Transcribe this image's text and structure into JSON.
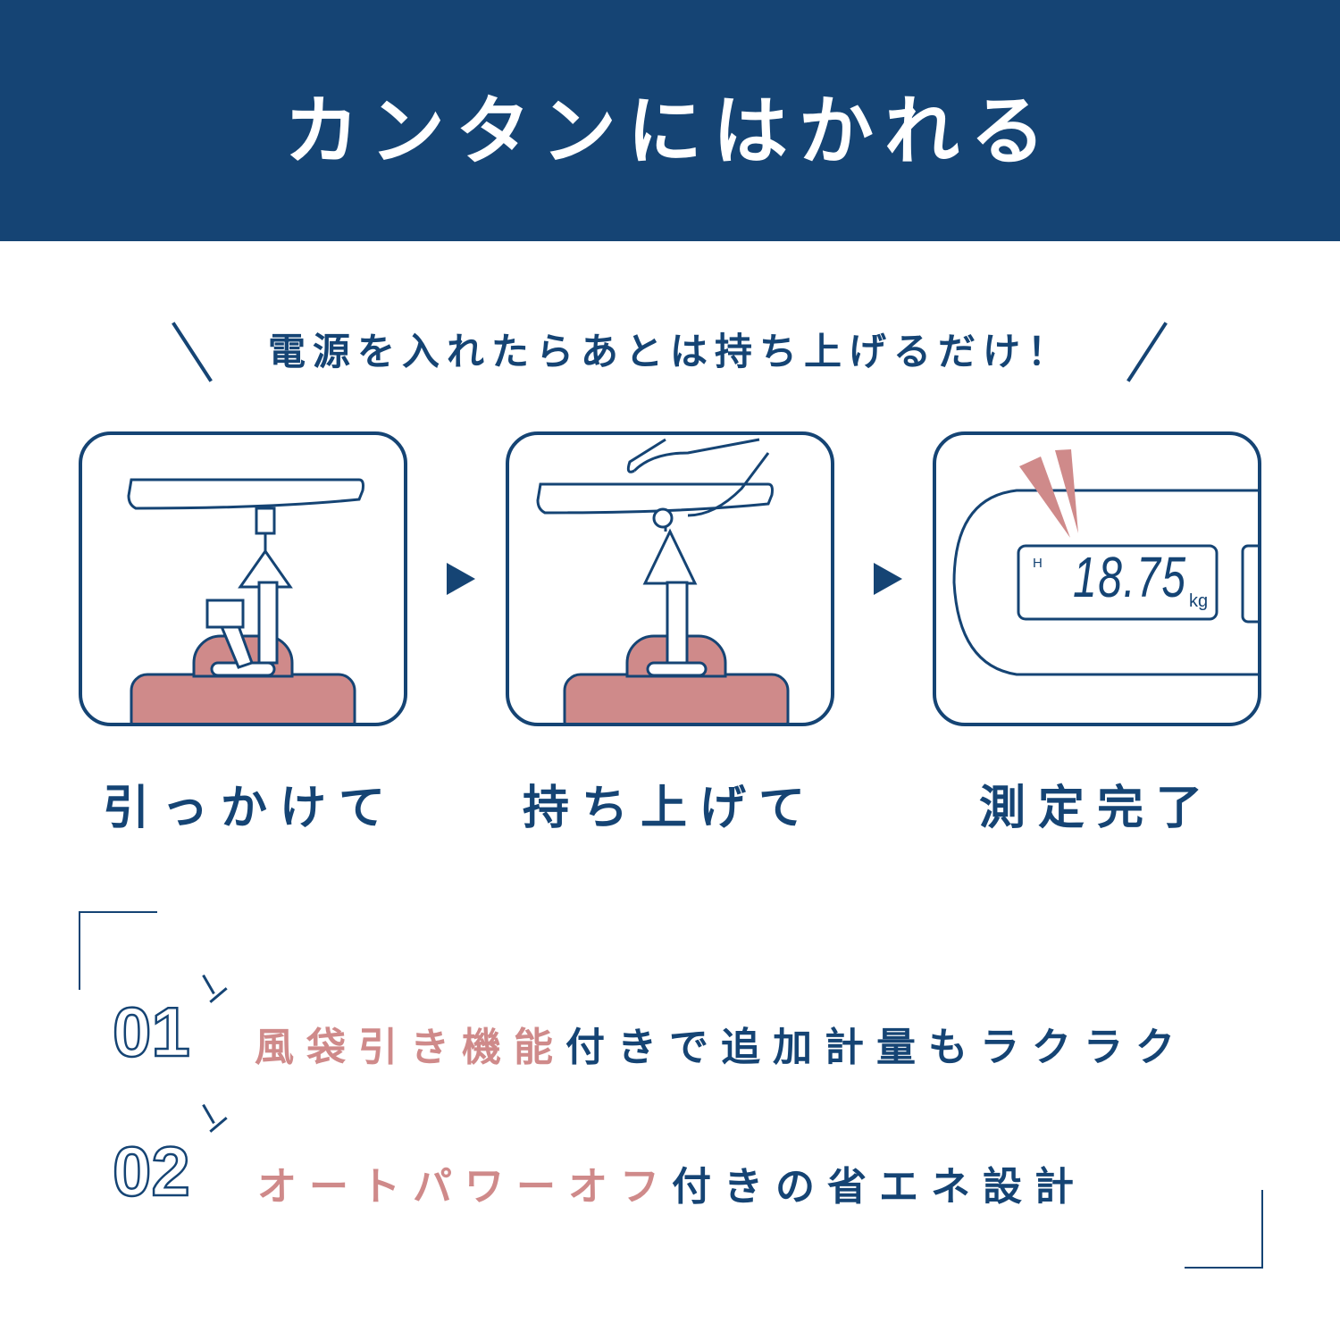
{
  "header": {
    "title": "カンタンにはかれる"
  },
  "subtitle": "電源を入れたらあとは持ち上げるだけ！",
  "steps": [
    {
      "label": "引っかけて"
    },
    {
      "label": "持ち上げて"
    },
    {
      "label": "測定完了",
      "display": {
        "indicator": "H",
        "value": "18.75",
        "unit": "kg"
      }
    }
  ],
  "features": [
    {
      "number": "01",
      "highlight": "風袋引き機能",
      "text": "付きで追加計量もラクラク"
    },
    {
      "number": "02",
      "highlight": "オートパワーオフ",
      "text": "付きの省エネ設計"
    }
  ],
  "colors": {
    "navy": "#154474",
    "pink": "#cf8a8a"
  }
}
